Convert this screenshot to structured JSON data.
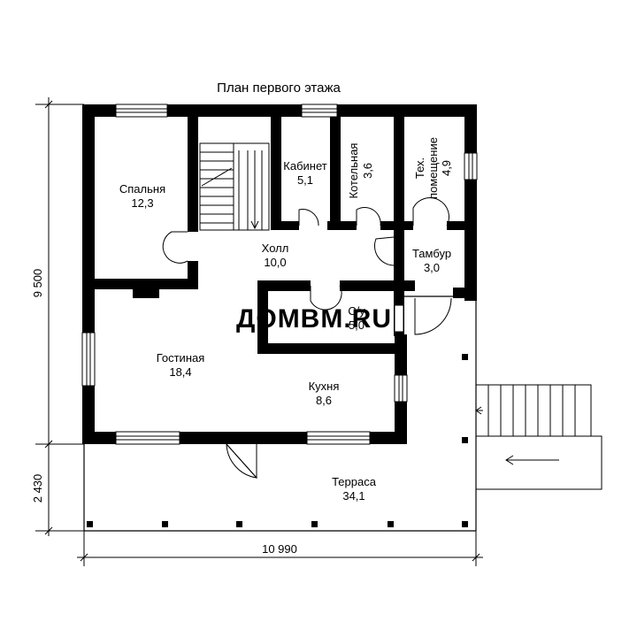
{
  "title": "План первого этажа",
  "watermark": "ДОМВМ.RU",
  "dimensions": {
    "width_total": "10 990",
    "height_main": "9 500",
    "height_terrace": "2 430"
  },
  "rooms": {
    "bedroom": {
      "name": "Спальня",
      "area": "12,3"
    },
    "office": {
      "name": "Кабинет",
      "area": "5,1"
    },
    "boiler": {
      "name": "Котельная",
      "area": "3,6"
    },
    "technical": {
      "name_line1": "Тех.",
      "name_line2": "помещение",
      "area": "4,9"
    },
    "hall": {
      "name": "Холл",
      "area": "10,0"
    },
    "vestibule": {
      "name": "Тамбур",
      "area": "3,0"
    },
    "bathroom": {
      "name": "С/у",
      "area": "5,0"
    },
    "living": {
      "name": "Гостиная",
      "area": "18,4"
    },
    "kitchen": {
      "name": "Кухня",
      "area": "8,6"
    },
    "terrace": {
      "name": "Терраса",
      "area": "34,1"
    }
  },
  "colors": {
    "wall": "#000000",
    "line": "#000000",
    "watermark": "#c8c8c8",
    "background": "#ffffff"
  }
}
